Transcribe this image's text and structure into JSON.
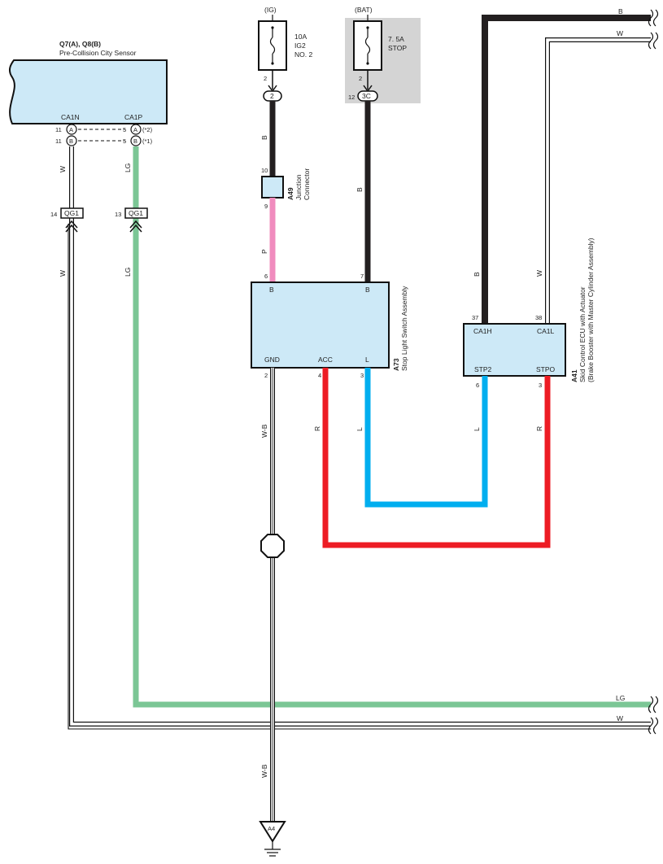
{
  "colors": {
    "B": "#231f20",
    "W": "#ffffff",
    "LG": "#7bc695",
    "P": "#f08cbe",
    "L": "#00aeef",
    "R": "#ed1c24",
    "box_fill": "#cde9f7",
    "bat_shade": "#d4d4d4"
  },
  "sensor": {
    "title": "Q7(A), Q8(B)",
    "name": "Pre-Collision City Sensor",
    "pin_left": "CA1N",
    "pin_right": "CA1P",
    "rows": [
      {
        "left_num": "11",
        "left_conn": "A",
        "right_num": "5",
        "right_conn": "A",
        "note": "(*2)"
      },
      {
        "left_num": "11",
        "left_conn": "B",
        "right_num": "5",
        "right_conn": "B",
        "note": "(*1)"
      }
    ]
  },
  "qg1": [
    {
      "pin": "14",
      "label": "QG1"
    },
    {
      "pin": "13",
      "label": "QG1"
    }
  ],
  "fuse_ig": {
    "supply": "(IG)",
    "line1": "10A",
    "line2": "IG2",
    "line3": "NO. 2",
    "pin": "2",
    "conn_pin": "2"
  },
  "fuse_bat": {
    "supply": "(BAT)",
    "line1": "7. 5A",
    "line2": "STOP",
    "pin": "2",
    "conn_num": "12",
    "conn_pin": "3C"
  },
  "junction": {
    "id": "A49",
    "name1": "Junction",
    "name2": "Connector",
    "pin_top": "10",
    "pin_bottom": "9"
  },
  "stop_switch": {
    "id": "A73",
    "name": "Stop Light Switch Assembly",
    "pin_b1": "6",
    "label_b1": "B",
    "pin_b2": "7",
    "label_b2": "B",
    "pin_gnd": "2",
    "label_gnd": "GND",
    "pin_acc": "4",
    "label_acc": "ACC",
    "pin_l": "3",
    "label_l": "L"
  },
  "skid_ecu": {
    "id": "A41",
    "name1": "Skid Control ECU with Actuator",
    "name2": "(Brake Booster with Master Cylinder Assembly)",
    "pin_ca1h": "37",
    "label_ca1h": "CA1H",
    "pin_ca1l": "38",
    "label_ca1l": "CA1L",
    "pin_stp2": "6",
    "label_stp2": "STP2",
    "pin_stpo": "3",
    "label_stpo": "STPO"
  },
  "wire_labels": {
    "top_b": "B",
    "top_w": "W",
    "ig_b": "B",
    "junction_p": "P",
    "bat_b": "B",
    "sensor_w": "W",
    "sensor_lg": "LG",
    "left_w": "W",
    "left_lg": "LG",
    "ecu_b": "B",
    "ecu_w": "W",
    "gnd_wb": "W-B",
    "acc_r": "R",
    "l_l": "L",
    "stp2_l": "L",
    "stpo_r": "R",
    "bottom_lg": "LG",
    "bottom_w": "W",
    "ground_wb": "W-B"
  },
  "ground": {
    "label": "A4"
  }
}
